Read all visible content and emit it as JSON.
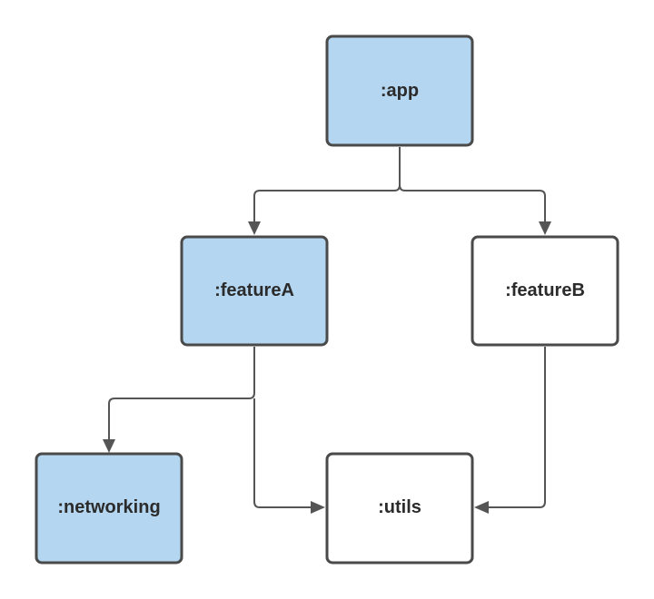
{
  "colors": {
    "highlight_fill": "#b4d6f0",
    "plain_fill": "#ffffff",
    "border": "#4a4a4a",
    "edge": "#555555",
    "text": "#2b2b2b"
  },
  "nodes": {
    "app": {
      "label": ":app",
      "highlighted": true
    },
    "featureA": {
      "label": ":featureA",
      "highlighted": true
    },
    "featureB": {
      "label": ":featureB",
      "highlighted": false
    },
    "networking": {
      "label": ":networking",
      "highlighted": true
    },
    "utils": {
      "label": ":utils",
      "highlighted": false
    }
  },
  "edges": [
    {
      "from": "app",
      "to": "featureA"
    },
    {
      "from": "app",
      "to": "featureB"
    },
    {
      "from": "featureA",
      "to": "networking"
    },
    {
      "from": "featureA",
      "to": "utils"
    },
    {
      "from": "featureB",
      "to": "utils"
    }
  ]
}
